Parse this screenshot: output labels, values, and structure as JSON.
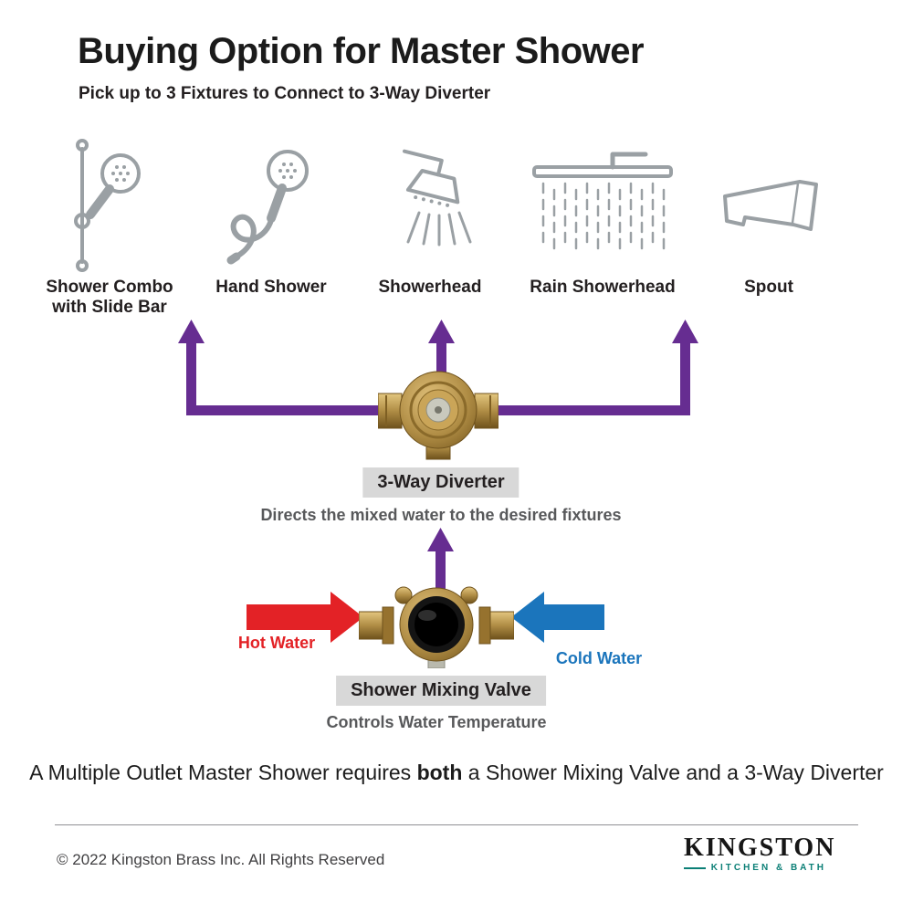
{
  "header": {
    "title": "Buying Option for Master Shower",
    "subtitle": "Pick up to 3 Fixtures to Connect to 3-Way Diverter"
  },
  "fixtures": [
    {
      "label": "Shower Combo with Slide Bar",
      "icon": "shower-combo-slide-bar-icon"
    },
    {
      "label": "Hand Shower",
      "icon": "hand-shower-icon"
    },
    {
      "label": "Showerhead",
      "icon": "showerhead-icon"
    },
    {
      "label": "Rain Showerhead",
      "icon": "rain-showerhead-icon"
    },
    {
      "label": "Spout",
      "icon": "spout-icon"
    }
  ],
  "diverter": {
    "label": "3-Way Diverter",
    "description": "Directs the mixed water to the desired fixtures"
  },
  "mixing_valve": {
    "label": "Shower Mixing Valve",
    "description": "Controls Water Temperature",
    "hot_label": "Hot Water",
    "cold_label": "Cold Water"
  },
  "summary": {
    "prefix": "A Multiple Outlet Master Shower requires ",
    "bold": "both",
    "suffix": " a Shower Mixing Valve and a 3-Way Diverter"
  },
  "footer": {
    "copyright": "© 2022 Kingston Brass Inc.  All Rights Reserved",
    "brand": "KINGSTON",
    "brand_sub": "KITCHEN & BATH"
  },
  "colors": {
    "arrow_purple": "#662D91",
    "arrow_red": "#E32226",
    "arrow_blue": "#1B75BC",
    "label_background": "#D8D8D8",
    "icon_gray": "#9AA0A4",
    "text_dark": "#231F20",
    "text_gray": "#58595B",
    "brand_teal": "#0B7F76"
  }
}
